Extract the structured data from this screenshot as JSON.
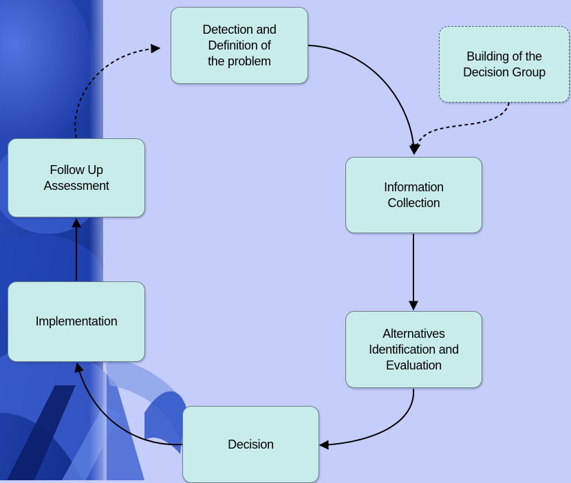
{
  "diagram": {
    "nodes": [
      {
        "id": "detection",
        "lines": [
          "Detection and",
          "Definition of",
          "the problem"
        ]
      },
      {
        "id": "building",
        "lines": [
          "Building of the",
          "Decision Group"
        ]
      },
      {
        "id": "information",
        "lines": [
          "Information",
          "Collection"
        ]
      },
      {
        "id": "alternatives",
        "lines": [
          "Alternatives",
          "Identification and",
          "Evaluation"
        ]
      },
      {
        "id": "decision",
        "lines": [
          "Decision"
        ]
      },
      {
        "id": "implementation",
        "lines": [
          "Implementation"
        ]
      },
      {
        "id": "followup",
        "lines": [
          "Follow Up",
          "Assessment"
        ]
      }
    ],
    "edges": [
      {
        "from": "detection",
        "to": "information",
        "style": "solid"
      },
      {
        "from": "building",
        "to": "information",
        "style": "dashed"
      },
      {
        "from": "information",
        "to": "alternatives",
        "style": "solid"
      },
      {
        "from": "alternatives",
        "to": "decision",
        "style": "solid"
      },
      {
        "from": "decision",
        "to": "implementation",
        "style": "solid"
      },
      {
        "from": "implementation",
        "to": "followup",
        "style": "solid"
      },
      {
        "from": "followup",
        "to": "detection",
        "style": "dashed"
      }
    ]
  },
  "colors": {
    "background": "#c5cdfb",
    "panel_dark": "#1a3a9a",
    "node_fill": "#c8ecea",
    "node_border": "#6b7f89",
    "arrow": "#000000"
  }
}
